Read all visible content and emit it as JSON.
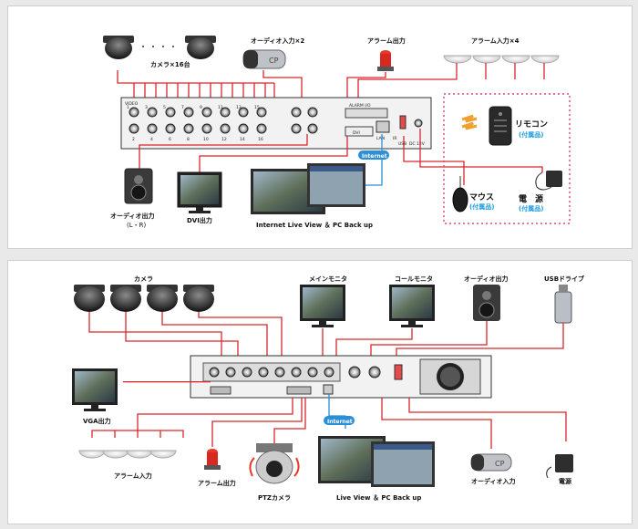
{
  "colors": {
    "wire_red": "#d8262b",
    "wire_blue": "#2a8fd6",
    "accent_pink": "#e0457e",
    "accent_blue": "#1a9be0"
  },
  "diagram1": {
    "camera_label": "カメラ×16台",
    "audio_in_label": "オーディオ入力×2",
    "alarm_out_label": "アラーム出力",
    "alarm_in_label": "アラーム入力×4",
    "audio_out_label": "オーディオ出力",
    "audio_out_sub": "(L・R)",
    "dvi_label": "DVI出力",
    "live_view_label": "Internet   Live  View  ＆  PC Back up",
    "internet_label": "Internet",
    "remote_label": "リモコン",
    "remote_sub": "(付属品)",
    "mouse_label": "マウス",
    "mouse_sub": "(付属品)",
    "power_label": "電　源",
    "power_sub": "(付属品)",
    "panel_video": "VIDEO",
    "panel_alarm": "ALARM I/O",
    "panel_dvi": "DVI",
    "panel_lan": "LAN",
    "panel_ir": "IR",
    "panel_usb": "USB",
    "panel_dc": "DC 12V",
    "port_numbers_top": [
      "1",
      "3",
      "5",
      "7",
      "9",
      "11",
      "13",
      "15"
    ],
    "port_numbers_bottom": [
      "2",
      "4",
      "6",
      "8",
      "10",
      "12",
      "14",
      "16"
    ]
  },
  "diagram2": {
    "camera_label": "カメラ",
    "main_monitor_label": "メインモニタ",
    "call_monitor_label": "コールモニタ",
    "audio_out_label": "オーディオ出力",
    "usb_drive_label": "USBドライブ",
    "vga_label": "VGA出力",
    "alarm_in_label": "アラーム入力",
    "alarm_out_label": "アラーム出力",
    "ptz_label": "PTZカメラ",
    "live_view_label": "Live  View  ＆  PC Back up",
    "internet_label": "Internet",
    "audio_in_label": "オーディオ入力",
    "power_label": "電源"
  }
}
